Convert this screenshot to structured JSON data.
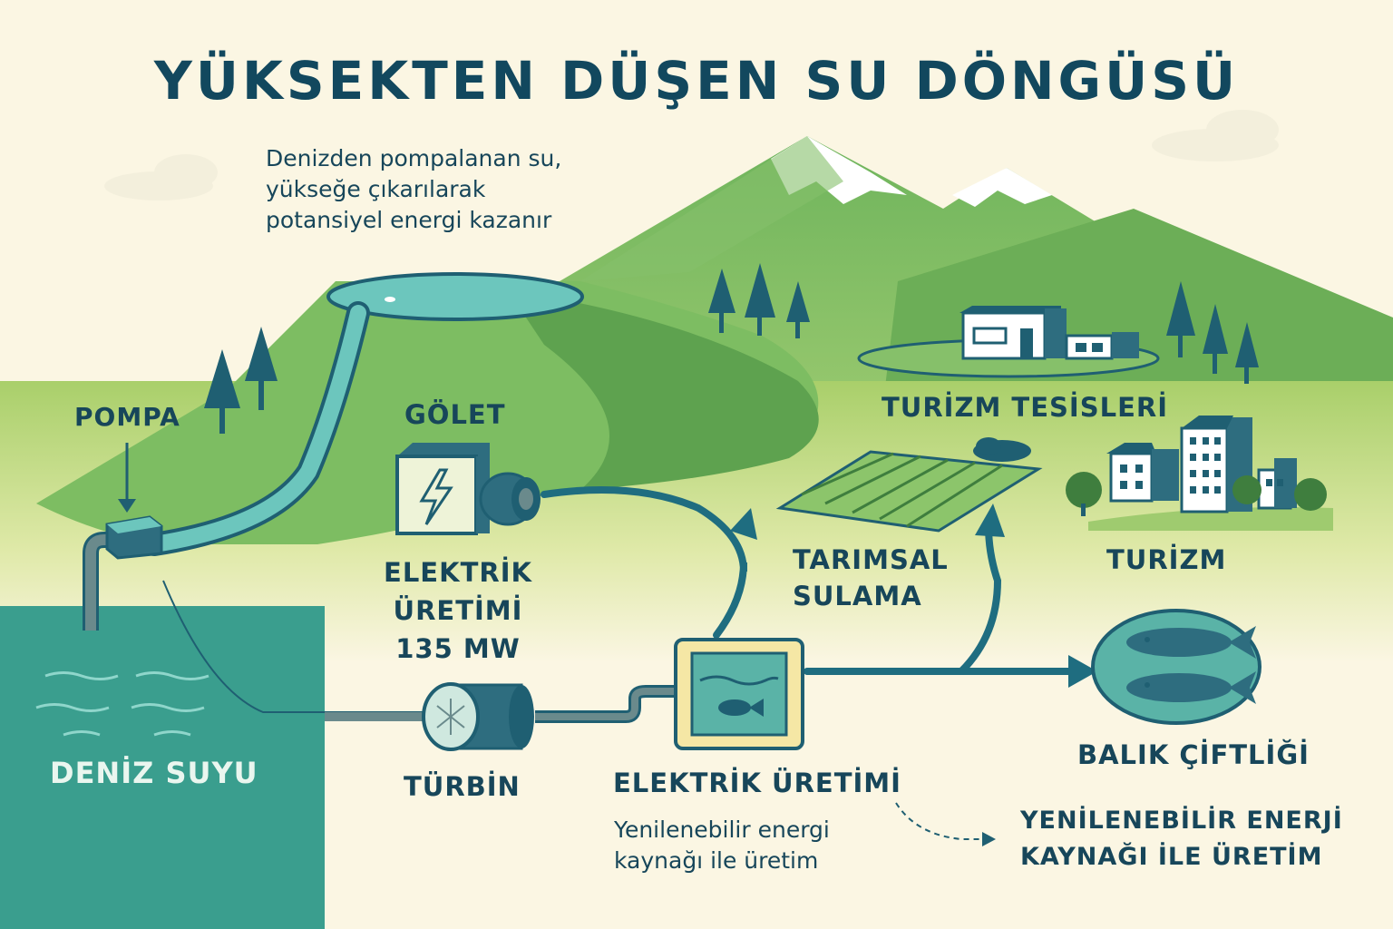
{
  "title": "YÜKSEKTEN DÜŞEN SU DÖNGÜSÜ",
  "intro": {
    "line1": "Denizden pompalanan su,",
    "line2": "yükseğe çıkarılarak",
    "line3": "potansiyel energi kazanır"
  },
  "labels": {
    "pompa": "POMPA",
    "golet": "GÖLET",
    "elektrik_line1": "ELEKTRİK",
    "elektrik_line2": "ÜRETİMİ",
    "elektrik_power": "135 MW",
    "deniz_suyu": "DENİZ SUYU",
    "turbin": "TÜRBİN",
    "elektrik_uretimi": "ELEKTRİK ÜRETİMİ",
    "yenilenebilir_line1": "Yenilenebilir energi",
    "yenilenebilir_line2": "kaynağı ile üretim",
    "turizm_tesisleri": "TURİZM TESİSLERİ",
    "tarimsal_line1": "TARIMSAL",
    "tarimsal_line2": "SULAMA",
    "turizm": "TURİZM",
    "balik": "BALIK ÇİFTLİĞİ",
    "enerji_line1": "YENİLENEBİLİR ENERJİ",
    "enerji_line2": "KAYNAĞI İLE ÜRETİM"
  },
  "colors": {
    "background": "#fbf6e3",
    "sea": "#3a9e8e",
    "hill": "#7fbf67",
    "hill_dark": "#5ea24f",
    "water": "#6cc6bd",
    "text": "#17465a",
    "pipe": "#2d7a86"
  },
  "icons": [
    "lightning-icon",
    "fish-icon",
    "tree-icon",
    "building-icon"
  ]
}
